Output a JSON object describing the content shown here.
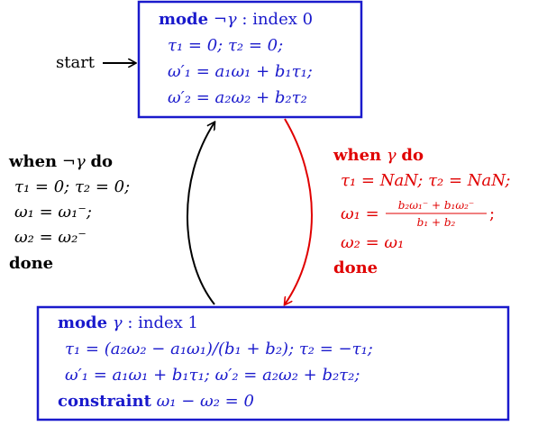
{
  "colors": {
    "mode_box": "#1a1acc",
    "left_transition": "#000000",
    "right_transition": "#e00000"
  },
  "start_label": "start",
  "mode_not_gamma": {
    "keyword": "mode",
    "guard": "¬γ",
    "index": ":  index 0",
    "line1": "τ₁ = 0;  τ₂ = 0;",
    "line2": "ω′₁ = a₁ω₁ + b₁τ₁;",
    "line3": "ω′₂ = a₂ω₂ + b₂τ₂"
  },
  "mode_gamma": {
    "keyword": "mode",
    "guard": "γ",
    "index": ":  index 1",
    "line1": "τ₁ = (a₂ω₂ − a₁ω₁)/(b₁ + b₂); τ₂ = −τ₁;",
    "line2": "ω′₁ = a₁ω₁ + b₁τ₁;  ω′₂ = a₂ω₂ + b₂τ₂;",
    "constraint_keyword": "constraint",
    "constraint": "ω₁ − ω₂ = 0"
  },
  "transition_to_not_gamma": {
    "when_keyword": "when",
    "guard": "¬γ",
    "do_keyword": "do",
    "line1": "τ₁ = 0;  τ₂ = 0;",
    "line2": "ω₁ = ω₁⁻;",
    "line3": "ω₂ = ω₂⁻",
    "done_keyword": "done"
  },
  "transition_to_gamma": {
    "when_keyword": "when",
    "guard": "γ",
    "do_keyword": "do",
    "line1": "τ₁ = NaN;  τ₂ = NaN;",
    "line2_lhs": "ω₁ = ",
    "line2_num": "b₂ω₁⁻ + b₁ω₂⁻",
    "line2_den": "b₁ + b₂",
    "line2_end": ";",
    "line3": "ω₂ = ω₁",
    "done_keyword": "done"
  }
}
